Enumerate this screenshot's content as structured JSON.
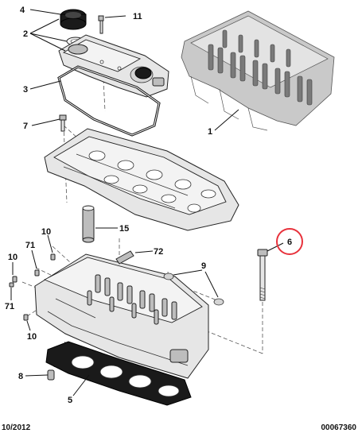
{
  "diagram": {
    "callouts": [
      {
        "id": "4",
        "label": "4"
      },
      {
        "id": "2",
        "label": "2"
      },
      {
        "id": "11",
        "label": "11"
      },
      {
        "id": "3",
        "label": "3"
      },
      {
        "id": "7",
        "label": "7"
      },
      {
        "id": "1",
        "label": "1"
      },
      {
        "id": "15",
        "label": "15"
      },
      {
        "id": "10a",
        "label": "10"
      },
      {
        "id": "71a",
        "label": "71"
      },
      {
        "id": "72",
        "label": "72"
      },
      {
        "id": "6",
        "label": "6",
        "highlighted": true
      },
      {
        "id": "10b",
        "label": "10"
      },
      {
        "id": "9",
        "label": "9"
      },
      {
        "id": "71b",
        "label": "71"
      },
      {
        "id": "10c",
        "label": "10"
      },
      {
        "id": "8",
        "label": "8"
      },
      {
        "id": "5",
        "label": "5"
      }
    ],
    "highlight_color": "#e8323c"
  },
  "footer": {
    "date": "10/2012",
    "reference": "00067360"
  }
}
